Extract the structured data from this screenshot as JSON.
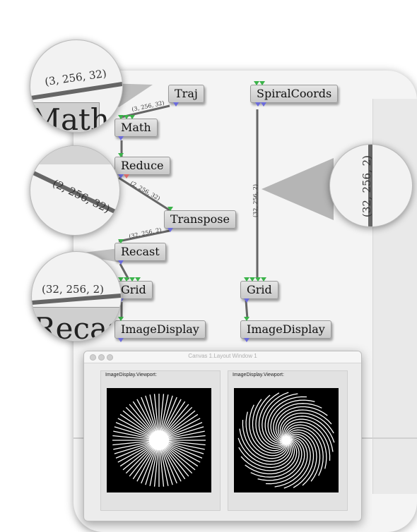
{
  "nodes": {
    "traj": "Traj",
    "math": "Math",
    "reduce": "Reduce",
    "transpose": "Transpose",
    "recast": "Recast",
    "grid_left": "Grid",
    "image_display_left": "ImageDisplay",
    "spiral_coords": "SpiralCoords",
    "grid_right": "Grid",
    "image_display_right": "ImageDisplay"
  },
  "wire_labels": {
    "traj_math": "(3, 256, 32)",
    "reduce_transpose": "(2, 256, 32)",
    "transpose_recast": "(32, 256, 2)",
    "spiral_grid": "(32, 256, 2)"
  },
  "magnifiers": {
    "math": {
      "label": "(3, 256, 32)",
      "node_text": "Math"
    },
    "reduce": {
      "label": "(2, 256, 32)"
    },
    "recast": {
      "label": "(32, 256, 2)",
      "node_text": "Recast"
    },
    "spiral": {
      "label": "(32, 256, 2)"
    }
  },
  "window": {
    "title": "Canvas 1.Layout Window 1",
    "left_viewport_label": "ImageDisplay.Viewport:",
    "right_viewport_label": "ImageDisplay.Viewport:"
  },
  "colors": {
    "input_port": "#3bb34a",
    "output_port": "#6b6bdc",
    "node_bg": "#d6d6d6"
  }
}
